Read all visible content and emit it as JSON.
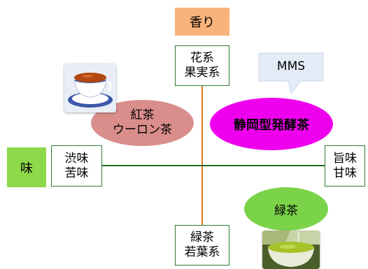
{
  "colors": {
    "aroma_bg": "#f9b37a",
    "taste_bg": "#8dd94a",
    "vertical_axis": "#e07a1f",
    "horizontal_axis": "#1f6b1f",
    "box_border": "#2f7a2f",
    "red_tea_ellipse": "#d98e8c",
    "shizuoka_ellipse": "#ee00ee",
    "green_tea_ellipse": "#7bd34a",
    "callout_bg": "#e3ebf7"
  },
  "axis": {
    "aroma_label": "香り",
    "taste_label": "味"
  },
  "quadrants": {
    "top": {
      "line1": "花系",
      "line2": "果実系"
    },
    "bottom": {
      "line1": "緑茶",
      "line2": "若葉系"
    },
    "left": {
      "line1": "渋味",
      "line2": "苦味"
    },
    "right": {
      "line1": "旨味",
      "line2": "甘味"
    }
  },
  "groups": {
    "red_tea": {
      "line1": "紅茶",
      "line2": "ウーロン茶"
    },
    "shizuoka": {
      "label": "静岡型発酵茶"
    },
    "green_tea": {
      "label": "緑茶"
    }
  },
  "callout": {
    "label": "MMS"
  },
  "photos": {
    "red_tea": "teacup-photo",
    "green_tea": "green-tea-cup-photo"
  }
}
